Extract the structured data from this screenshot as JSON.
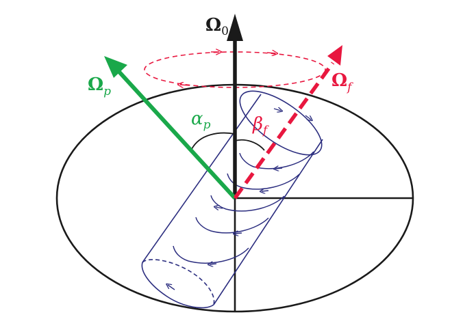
{
  "labels": {
    "omega0": {
      "main": "Ω",
      "sub": "0"
    },
    "omegap": {
      "main": "Ω",
      "sub": "p"
    },
    "omegaf": {
      "main": "Ω",
      "sub": "f"
    },
    "alphap": {
      "main": "α",
      "sub": "p"
    },
    "betaf": {
      "main": "β",
      "sub": "f"
    }
  },
  "colors": {
    "black": "#1a1a1a",
    "green": "#1aa84a",
    "red": "#e8173f",
    "navy": "#2b2d7f",
    "dashed_red": "#e8173f"
  }
}
